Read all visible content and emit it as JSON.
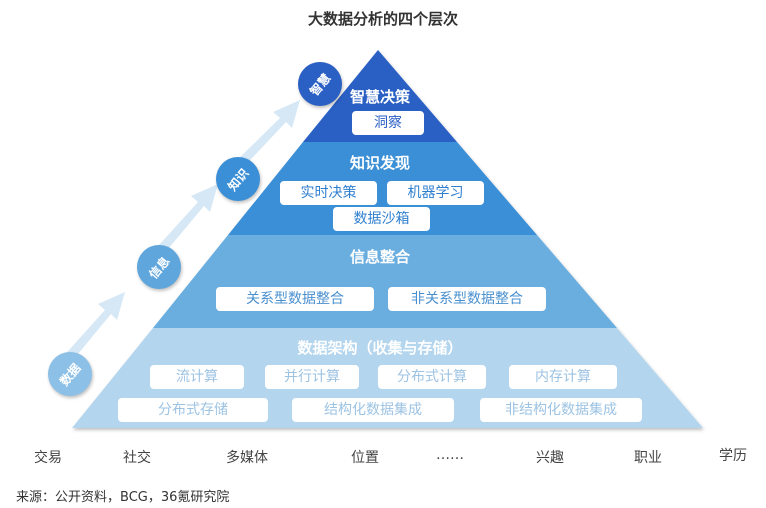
{
  "title": "大数据分析的四个层次",
  "layers": [
    {
      "name": "智慧决策",
      "items": [
        "洞察"
      ],
      "color": "#2a5fc4"
    },
    {
      "name": "知识发现",
      "items": [
        "实时决策",
        "机器学习",
        "数据沙箱"
      ],
      "color": "#3a8fd6"
    },
    {
      "name": "信息整合",
      "items": [
        "关系型数据整合",
        "非关系型数据整合"
      ],
      "color": "#6aaee0"
    },
    {
      "name": "数据架构（收集与存储）",
      "items": [
        "流计算",
        "并行计算",
        "分布式计算",
        "内存计算",
        "分布式存储",
        "结构化数据集成",
        "非结构化数据集成"
      ],
      "color": "#b3d5ee"
    }
  ],
  "steps": [
    "数据",
    "信息",
    "知识",
    "智慧"
  ],
  "base_labels": [
    "交易",
    "社交",
    "多媒体",
    "位置",
    "……",
    "兴趣",
    "职业",
    "学历"
  ],
  "source": "来源：公开资料，BCG，36氪研究院"
}
